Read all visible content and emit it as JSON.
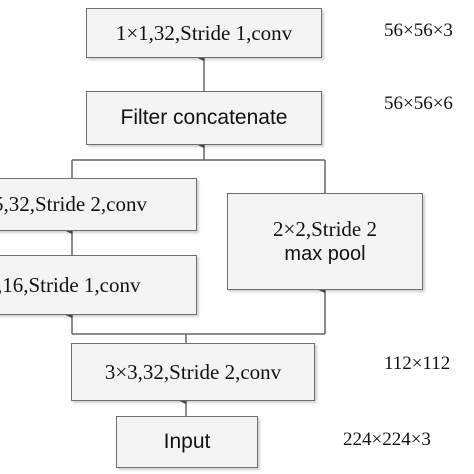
{
  "diagram": {
    "nodes": {
      "conv_top": "1×1,32,Stride 1,conv",
      "filter_concat": "Filter concatenate",
      "conv_left_upper": "5,32,Stride 2,conv",
      "conv_left_lower": ",16,Stride 1,conv",
      "maxpool_line1": "2×2,Stride 2",
      "maxpool_line2": "max pool",
      "conv_stem": "3×3,32,Stride 2,conv",
      "input": "Input"
    },
    "dimensions": {
      "top": "56×56×3",
      "concat": "56×56×6",
      "stem": "112×112",
      "input": "224×224×3"
    },
    "colors": {
      "box_fill": "#f4f4f4",
      "box_border": "#6f6f6f",
      "line": "#666666"
    }
  }
}
